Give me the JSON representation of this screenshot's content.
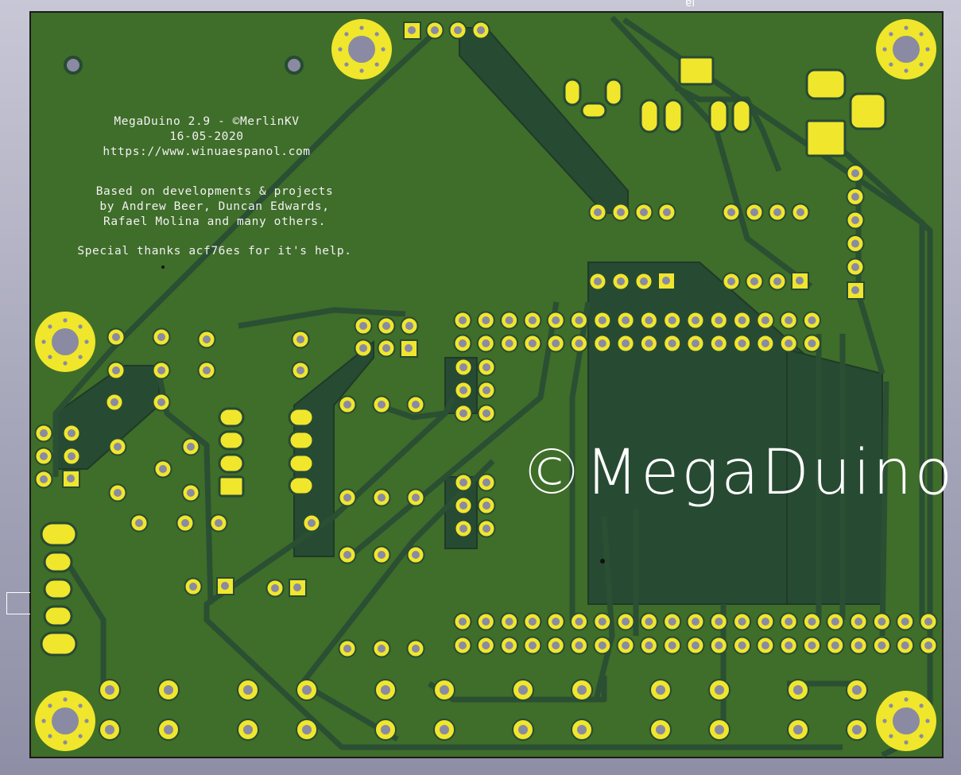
{
  "board": {
    "colors": {
      "substrate": "#3f6d2a",
      "copper_pour": "#274a33",
      "trace": "#2a4f33",
      "pad": "#f0e62c",
      "drill": "#8a8aa2",
      "silkscreen": "#f2f2f2",
      "edge": "#1a1a1a"
    },
    "edge_mark": "ɐl",
    "credit_lines": [
      "MegaDuino 2.9 - ©MerlinKV",
      "16-05-2020",
      "https://www.winuaespanol.com"
    ],
    "based_on_lines": [
      "Based on developments & projects",
      "by Andrew Beer, Duncan Edwards,",
      "Rafael Molina and many others."
    ],
    "thanks_line": "Special thanks acf76es for it's help.",
    "logo_text": "©MegaDuino",
    "component_types": [
      "mounting-hole",
      "through-hole-pad",
      "square-pad",
      "oval-pad",
      "pin-header",
      "copper-trace",
      "ground-pour"
    ]
  }
}
